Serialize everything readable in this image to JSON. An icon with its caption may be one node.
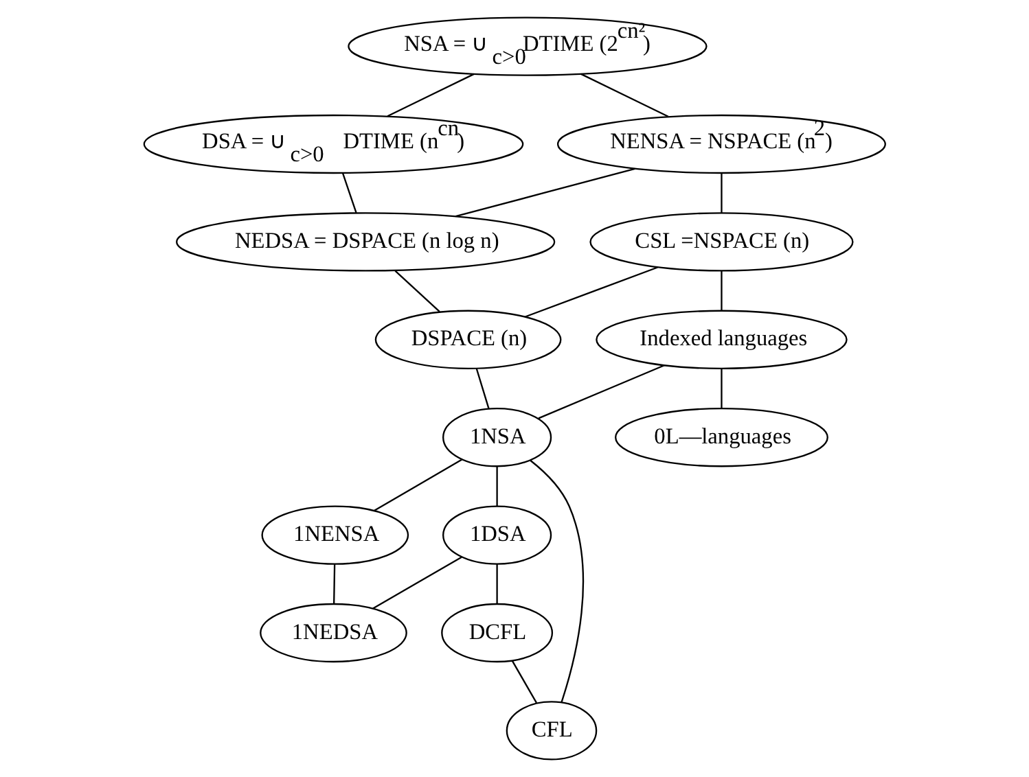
{
  "diagram": {
    "nodes": [
      {
        "text": [
          "NSA = ∪$_{c>0}$DTIME (2$^{cn²}$)"
        ]
      },
      {
        "text": [
          "DSA = ∪$_{c>0}$ DTIME (n$^{cn}$)"
        ]
      },
      {
        "text": [
          "NENSA = NSPACE (n$^{2}$)"
        ]
      },
      {
        "text": [
          "NEDSA = DSPACE (n log n)"
        ]
      },
      {
        "text": [
          "CSL =NSPACE (n)"
        ]
      },
      {
        "text": [
          "DSPACE (n)"
        ]
      },
      {
        "text": [
          "Indexed languages"
        ]
      },
      {
        "text": [
          "0L—languages"
        ]
      },
      {
        "text": [
          "1NSA"
        ]
      },
      {
        "text": [
          "1NENSA"
        ]
      },
      {
        "text": [
          "1DSA"
        ]
      },
      {
        "text": [
          "1NEDSA"
        ]
      },
      {
        "text": [
          "DCFL"
        ]
      },
      {
        "text": [
          "CFL"
        ]
      }
    ],
    "edges": [
      {
        "from": 0,
        "to": 1,
        "arrow": "none"
      },
      {
        "from": 1,
        "to": 3,
        "arrow": "none"
      },
      {
        "from": 0,
        "to": 2,
        "arrow": "none"
      },
      {
        "from": 2,
        "to": 3,
        "arrow": "none"
      },
      {
        "from": 2,
        "to": 4,
        "arrow": "none"
      },
      {
        "from": 3,
        "to": 5,
        "arrow": "none"
      },
      {
        "from": 4,
        "to": 5,
        "arrow": "none"
      },
      {
        "from": 4,
        "to": 6,
        "arrow": "none"
      },
      {
        "from": 5,
        "to": 8,
        "arrow": "none"
      },
      {
        "from": 6,
        "to": 7,
        "arrow": "none"
      },
      {
        "from": 6,
        "to": 8,
        "arrow": "none"
      },
      {
        "from": 8,
        "to": 9,
        "arrow": "none"
      },
      {
        "from": 8,
        "to": 10,
        "arrow": "none"
      },
      {
        "from": 8,
        "to": 13,
        "arrow": "none"
      },
      {
        "from": 9,
        "to": 11,
        "arrow": "none"
      },
      {
        "from": 10,
        "to": 11,
        "arrow": "none"
      },
      {
        "from": 10,
        "to": 12,
        "arrow": "none"
      },
      {
        "from": 12,
        "to": 13,
        "arrow": "none"
      }
    ]
  }
}
